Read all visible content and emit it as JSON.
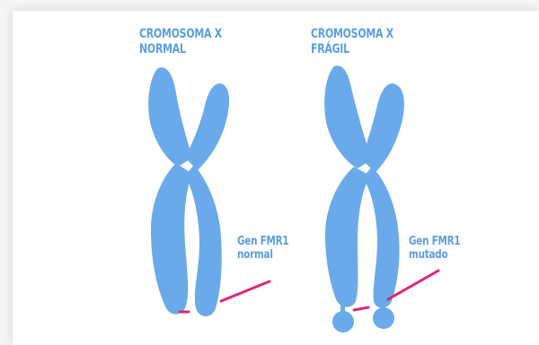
{
  "normal": {
    "title_line1": "CROMOSOMA X",
    "title_line2": "NORMAL",
    "gene_line1": "Gen FMR1",
    "gene_line2": "normal"
  },
  "fragile": {
    "title_line1": "CROMOSOMA X",
    "title_line2": "FRÁGIL",
    "gene_line1": "Gen FMR1",
    "gene_line2": "mutado"
  },
  "colors": {
    "chromosome": "#6aaaeb",
    "text": "#5a9ee6",
    "pointer": "#e0247a",
    "background": "#ffffff"
  }
}
